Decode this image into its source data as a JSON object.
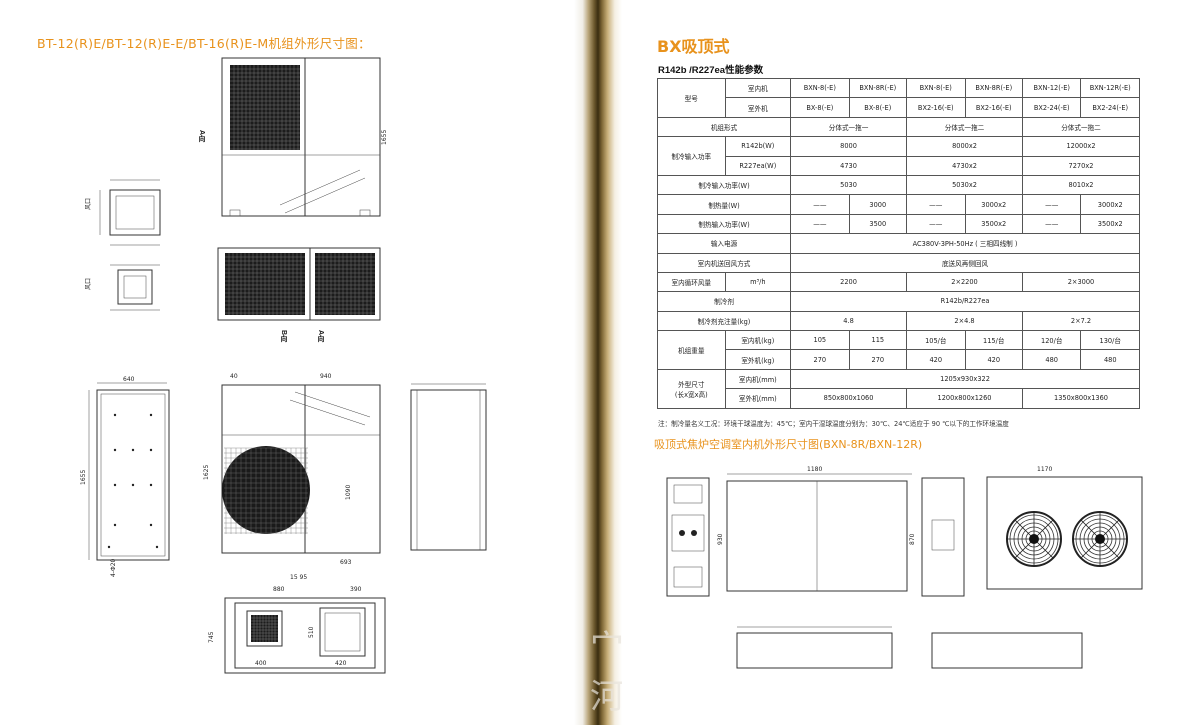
{
  "left": {
    "title": "BT-12(R)E/BT-12(R)E-E/BT-16(R)E-M机组外形尺寸图：",
    "dims": {
      "d1655a": "1655",
      "d640": "640",
      "d1655b": "1655",
      "d4020": "4-Φ20",
      "d40": "40",
      "d940": "940",
      "d1625": "1625",
      "d1090": "1090",
      "d693": "693",
      "d1595": "15 95",
      "d880": "880",
      "d390": "390",
      "d745": "745",
      "d510": "510",
      "d400": "400",
      "d420": "420",
      "arrowA1": "A向",
      "arrowB": "B向",
      "arrowA2": "A向"
    }
  },
  "right": {
    "title": "BX吸顶式",
    "spec_subtitle": "R142b /R227ea性能参数",
    "table": {
      "r1": {
        "label": "型号",
        "indoor": "室内机",
        "outdoor": "室外机",
        "in_vals": [
          "BXN-8(-E)",
          "BXN-8R(-E)",
          "BXN-8(-E)",
          "BXN-8R(-E)",
          "BXN-12(-E)",
          "BXN-12R(-E)"
        ],
        "out_vals": [
          "BX-8(-E)",
          "BX-8(-E)",
          "BX2-16(-E)",
          "BX2-16(-E)",
          "BX2-24(-E)",
          "BX2-24(-E)"
        ]
      },
      "form": {
        "label": "机组形式",
        "vals": [
          "分体式一拖一",
          "分体式一拖二",
          "分体式一拖二"
        ]
      },
      "cool": {
        "label": "制冷输入功率",
        "r142": "R142b(W)",
        "r227": "R227ea(W)",
        "r142_vals": [
          "8000",
          "8000x2",
          "12000x2"
        ],
        "r227_vals": [
          "4730",
          "4730x2",
          "7270x2"
        ]
      },
      "coolin": {
        "label": "制冷输入功率(W)",
        "vals": [
          "5030",
          "5030x2",
          "8010x2"
        ]
      },
      "heat": {
        "label": "制热量(W)",
        "vals": [
          "——",
          "3000",
          "——",
          "3000x2",
          "——",
          "3000x2"
        ]
      },
      "heatin": {
        "label": "制热输入功率(W)",
        "vals": [
          "——",
          "3500",
          "——",
          "3500x2",
          "——",
          "3500x2"
        ]
      },
      "power": {
        "label": "输入电源",
        "val": "AC380V-3PH-50Hz ( 三相四线制 )"
      },
      "airflow_mode": {
        "label": "室内机送回风方式",
        "val": "底送风再侧回风"
      },
      "airflow": {
        "label": "室内循环风量",
        "unit": "m³/h",
        "vals": [
          "2200",
          "2×2200",
          "2×3000"
        ]
      },
      "refrig": {
        "label": "制冷剂",
        "val": "R142b/R227ea"
      },
      "charge": {
        "label": "制冷剂充注量(kg)",
        "vals": [
          "4.8",
          "2×4.8",
          "2×7.2"
        ]
      },
      "weight": {
        "label": "机组重量",
        "indoor": "室内机(kg)",
        "outdoor": "室外机(kg)",
        "in_vals": [
          "105",
          "115",
          "105/台",
          "115/台",
          "120/台",
          "130/台"
        ],
        "out_vals": [
          "270",
          "270",
          "420",
          "420",
          "480",
          "480"
        ]
      },
      "size": {
        "label": "外型尺寸",
        "label2": "(长x宽x高)",
        "indoor": "室内机(mm)",
        "outdoor": "室外机(mm)",
        "in_val": "1205x930x322",
        "out_vals": [
          "850x800x1060",
          "1200x800x1260",
          "1350x800x1360"
        ]
      }
    },
    "note": "注：制冷量名义工况：环境干球温度为：45℃；室内干湿球温度分别为：30℃、24℃适应于 90 ℃以下的工作环境温度",
    "drawing_title": "吸顶式焦炉空调室内机外形尺寸图(BXN-8R/BXN-12R)",
    "dims": {
      "d1180": "1180",
      "d930": "930",
      "d870": "870",
      "d1170": "1170"
    }
  },
  "spine_text": "宀 河"
}
